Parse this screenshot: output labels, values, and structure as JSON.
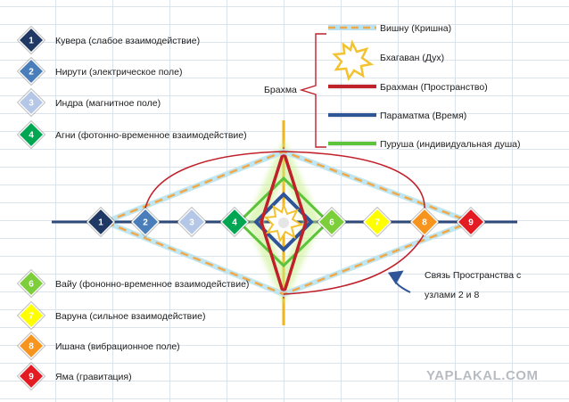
{
  "legend_left": [
    {
      "num": "1",
      "label": "Кувера  (слабое взаимодействие)",
      "color": "#1f3864"
    },
    {
      "num": "2",
      "label": "Нирути (электрическое поле)",
      "color": "#4a7ebb"
    },
    {
      "num": "3",
      "label": "Индра (магнитное поле)",
      "color": "#b4c7e7"
    },
    {
      "num": "4",
      "label": "Агни  (фотонно-временное взаимодействие)",
      "color": "#00a651"
    },
    {
      "num": "6",
      "label": "Вайу (фононно-временное взаимодействие)",
      "color": "#7ccf3a"
    },
    {
      "num": "7",
      "label": "Варуна (сильное взаимодействие)",
      "color": "#ffff00"
    },
    {
      "num": "8",
      "label": "Ишана (вибрационное поле)",
      "color": "#f7941d"
    },
    {
      "num": "9",
      "label": "Яма (гравитация)",
      "color": "#e31b23"
    }
  ],
  "legend_right": {
    "group_label": "Брахма",
    "items": [
      {
        "label": "Вишну  (Кришна)",
        "color": "#f0a94a",
        "style": "dashed"
      },
      {
        "label": "Бхагаван   (Дух)",
        "color": "#f2c230",
        "style": "star"
      },
      {
        "label": "Брахман  (Пространство)",
        "color": "#c0202a",
        "style": "solid"
      },
      {
        "label": "Параматма  (Время)",
        "color": "#2e5597",
        "style": "solid"
      },
      {
        "label": "Пуруша  (индивидуальная душа)",
        "color": "#5cc43a",
        "style": "solid"
      }
    ]
  },
  "nodes": [
    {
      "num": "1",
      "color": "#1f3864"
    },
    {
      "num": "2",
      "color": "#4a7ebb"
    },
    {
      "num": "3",
      "color": "#b4c7e7"
    },
    {
      "num": "4",
      "color": "#00a651"
    },
    {
      "num": "6",
      "color": "#7ccf3a"
    },
    {
      "num": "7",
      "color": "#ffff00"
    },
    {
      "num": "8",
      "color": "#f7941d"
    },
    {
      "num": "9",
      "color": "#e31b23"
    }
  ],
  "annotation": {
    "line1": "Связь Пространства с",
    "line2": "узлами  2 и 8"
  },
  "watermark": "YAPLAKAL.COM",
  "colors": {
    "axis": "#2e4a7a",
    "vertical": "#f2b519",
    "dashed_halo": "#b9e3f0",
    "dashed": "#f0a94a",
    "brahman": "#c0202a",
    "paramatma": "#2e5597",
    "purusha": "#5cc43a",
    "arc": "#c0202a"
  }
}
